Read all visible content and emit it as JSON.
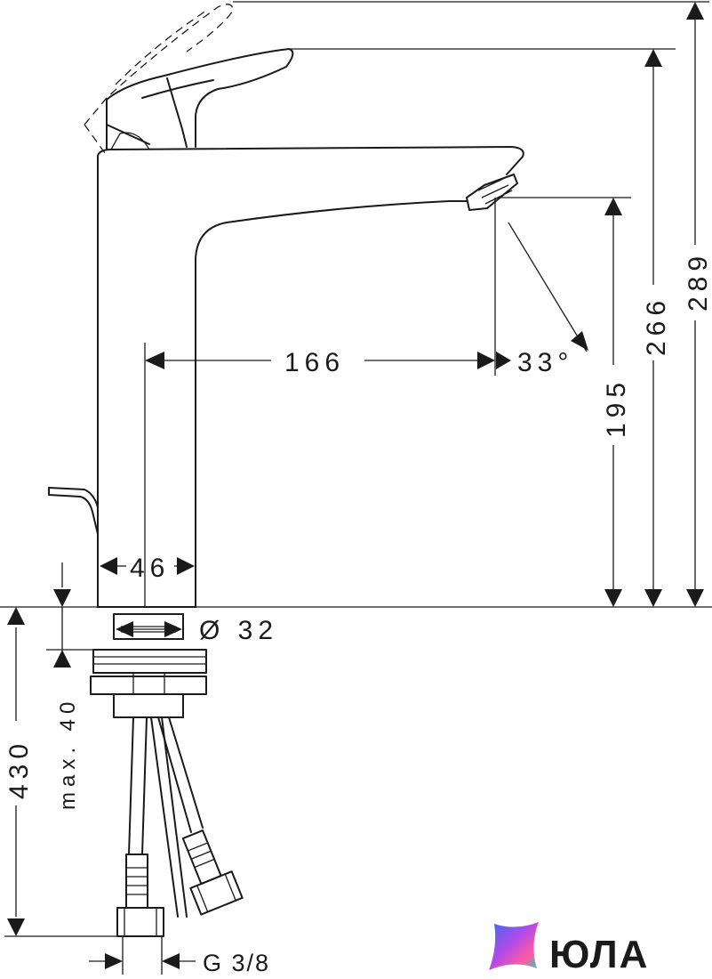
{
  "dimensions": {
    "overall_height": "289",
    "spout_height_top": "266",
    "spout_outlet_height": "195",
    "spout_reach": "166",
    "spray_angle": "33°",
    "body_width": "46",
    "base_diameter": "Ø 32",
    "max_thickness": "max. 40",
    "hose_length": "430",
    "connection_thread": "G 3/8"
  },
  "brand": {
    "name": "ЮЛА",
    "logo_colors": [
      "#3b6cf0",
      "#b24ae8",
      "#ff5aa0",
      "#21d4c4"
    ]
  },
  "colors": {
    "line": "#1a1a1a",
    "background": "#ffffff"
  }
}
